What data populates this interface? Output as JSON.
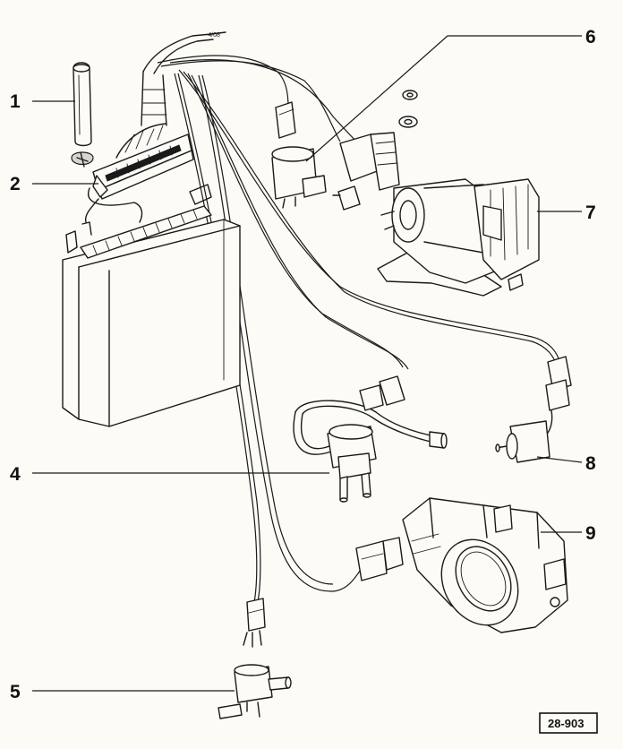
{
  "diagram": {
    "figure_ref": "28-903",
    "harness_tag": "-4/08",
    "callouts": [
      {
        "id": "1",
        "label": "1"
      },
      {
        "id": "2",
        "label": "2"
      },
      {
        "id": "4",
        "label": "4"
      },
      {
        "id": "5",
        "label": "5"
      },
      {
        "id": "6",
        "label": "6"
      },
      {
        "id": "7",
        "label": "7"
      },
      {
        "id": "8",
        "label": "8"
      },
      {
        "id": "9",
        "label": "9"
      }
    ]
  }
}
